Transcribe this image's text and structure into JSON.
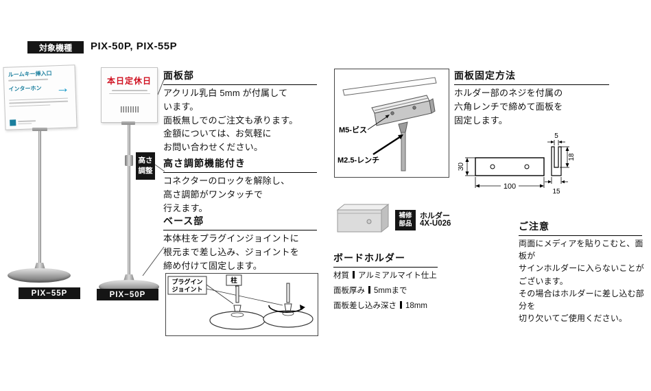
{
  "header": {
    "badge": "対象機種",
    "models": "PIX-50P, PIX-55P"
  },
  "stand55": {
    "label": "PIX−55P",
    "sign_line1": "ルームキー挿入口",
    "sign_line2": "インターホン",
    "arrow": "→"
  },
  "stand50": {
    "label": "PIX−50P",
    "sign_title": "本日定休日",
    "height_badge": "高さ\n調整"
  },
  "sections": {
    "panel": {
      "heading": "面板部",
      "body": "アクリル乳白 5mm が付属して\nいます。\n面板無しでのご注文も承ります。\n金額については、お気軽に\nお問い合わせください。"
    },
    "height": {
      "heading": "高さ調節機能付き",
      "body": "コネクターのロックを解除し、\n高さ調節がワンタッチで\n行えます。"
    },
    "base": {
      "heading": "ベース部",
      "body": "本体柱をプラグインジョイントに\n根元まで差し込み、ジョイントを\n締め付けて固定します。"
    }
  },
  "base_diagram": {
    "joint_line1": "プラグイン",
    "joint_line2": "ジョイント",
    "pillar": "柱"
  },
  "fixing": {
    "heading": "面板固定方法",
    "body": "ホルダー部のネジを付属の\n六角レンチで締めて面板を\n固定します。",
    "m5": "M5-ビス",
    "m25": "M2.5-レンチ"
  },
  "dims": {
    "h": "30",
    "w": "100",
    "slot": "5",
    "depth": "18",
    "width": "15"
  },
  "holder": {
    "repair_badge": "補修\n部品",
    "name": "ホルダー",
    "code": "4X-U026",
    "heading": "ボードホルダー",
    "specs": [
      {
        "label": "材質",
        "value": "アルミアルマイト仕上"
      },
      {
        "label": "面板厚み",
        "value": "5mmまで"
      },
      {
        "label": "面板差し込み深さ",
        "value": "18mm"
      }
    ]
  },
  "notice": {
    "heading": "ご注意",
    "body": "両面にメディアを貼りこむと、面板が\nサインホルダーに入らないことが\nございます。\nその場合はホルダーに差し込む部分を\n切り欠いてご使用ください。"
  }
}
